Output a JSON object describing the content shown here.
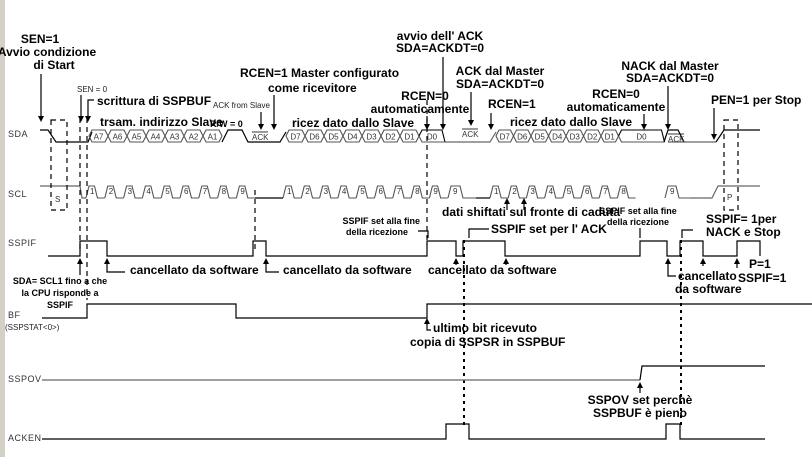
{
  "signals": {
    "sda": "SDA",
    "scl": "SCL",
    "sspif": "SSPIF",
    "bf": "BF",
    "bf_sub": "(SSPSTAT<0>)",
    "sspov": "SSPOV",
    "acken": "ACKEN"
  },
  "sda_bits": {
    "address": [
      "A7",
      "A6",
      "A5",
      "A4",
      "A3",
      "A2",
      "A1"
    ],
    "data1": [
      "D7",
      "D6",
      "D5",
      "D4",
      "D3",
      "D2",
      "D1",
      "D0"
    ],
    "data2": [
      "D7",
      "D6",
      "D5",
      "D4",
      "D3",
      "D2",
      "D1",
      "D0"
    ],
    "ack_slave": "ACK",
    "ack_master": "ACK",
    "nack_master": "ACK"
  },
  "scl_pulses": {
    "group1": [
      "1",
      "2",
      "3",
      "4",
      "5",
      "6",
      "7",
      "8",
      "9"
    ],
    "group2": [
      "1",
      "2",
      "3",
      "4",
      "5",
      "6",
      "7",
      "8",
      "9"
    ],
    "group3": [
      "1",
      "2",
      "3",
      "4",
      "5",
      "6",
      "7",
      "8",
      "9"
    ],
    "start_box": "S",
    "stop_box": "P"
  },
  "annotations": {
    "sen1_l1": "SEN=1",
    "sen1_l2": "Avvio condizione",
    "sen1_l3": "di Start",
    "sen0": "SEN = 0",
    "write_sspbuf": "scrittura di SSPBUF",
    "tx_addr": "trsam. indirizzo Slave",
    "rw": "R/W = 0",
    "ack_from_slave": "ACK from Slave",
    "rcen1_l1": "RCEN=1 Master configurato",
    "rcen1_l2": "come ricevitore",
    "rx_data1": "ricez dato dallo Slave",
    "rcen0a_l1": "RCEN=0",
    "rcen0a_l2": "automaticamente",
    "ack_start_l1": "avvio dell' ACK",
    "ack_start_l2": "SDA=ACKDT=0",
    "ack_master_l1": "ACK dal Master",
    "ack_master_l2": "SDA=ACKDT=0",
    "rcen1b": "RCEN=1",
    "rx_data2": "ricez dato dallo Slave",
    "rcen0b_l1": "RCEN=0",
    "rcen0b_l2": "automaticamente",
    "nack_l1": "NACK dal Master",
    "nack_l2": "SDA=ACKDT=0",
    "pen": "PEN=1 per Stop",
    "sspif_end1_l1": "SSPIF set alla fine",
    "sspif_end1_l2": "della ricezione",
    "shifted": "dati shiftati sul fronte di caduta",
    "sspif_ack": "SSPIF set per l' ACK",
    "sspif_end2_l1": "SSPIF set alla fine",
    "sspif_end2_l2": "della ricezione",
    "sspif_nack_l1": "SSPIF= 1per",
    "sspif_nack_l2": "NACK e Stop",
    "cleared1": "cancellato da software",
    "cleared2": "cancellato da software",
    "cleared3": "cancellato da software",
    "cleared4_l1": "cancellato",
    "cleared4_l2": "da software",
    "p1_l1": "P=1",
    "p1_l2": "SSPIF=1",
    "sda_scl_l1": "SDA= SCL1 fino a che",
    "sda_scl_l2": "la CPU risponde a",
    "sda_scl_l3": "SSPIF",
    "bf_l1": "ultimo bit ricevuto",
    "bf_l2": "copia di SSPSR in SSPBUF",
    "sspov_l1": "SSPOV set perchè",
    "sspov_l2": "SSPBUF è pieno"
  }
}
